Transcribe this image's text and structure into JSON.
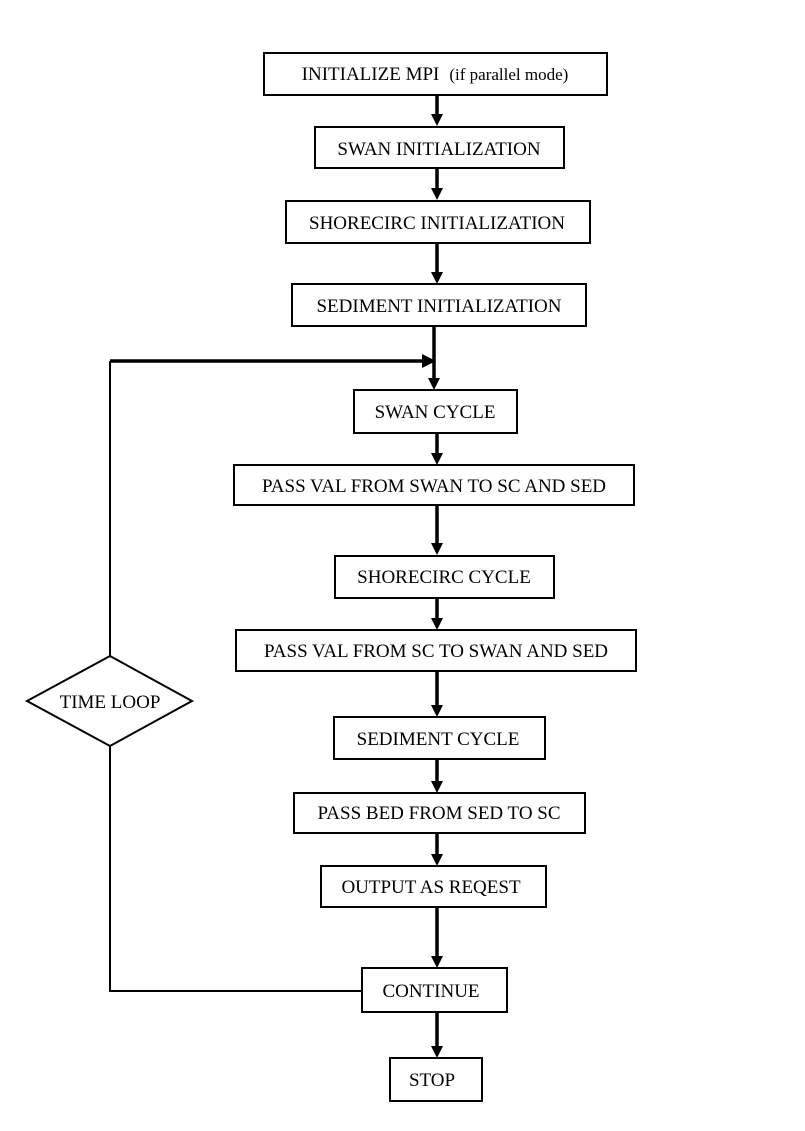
{
  "nodes": {
    "init_mpi": {
      "main": "INITIALIZE MPI",
      "note": "(if parallel mode)"
    },
    "swan_init": "SWAN INITIALIZATION",
    "shorecirc_init": "SHORECIRC INITIALIZATION",
    "sediment_init": "SEDIMENT INITIALIZATION",
    "swan_cycle": "SWAN CYCLE",
    "pass_swan": "PASS VAL FROM SWAN TO SC AND SED",
    "shorecirc_cycle": "SHORECIRC CYCLE",
    "pass_sc": "PASS VAL FROM SC TO SWAN AND SED",
    "sediment_cycle": "SEDIMENT CYCLE",
    "pass_bed": "PASS BED FROM SED TO SC",
    "output": "OUTPUT AS REQEST",
    "continue": "CONTINUE",
    "stop": "STOP",
    "time_loop": "TIME LOOP"
  }
}
